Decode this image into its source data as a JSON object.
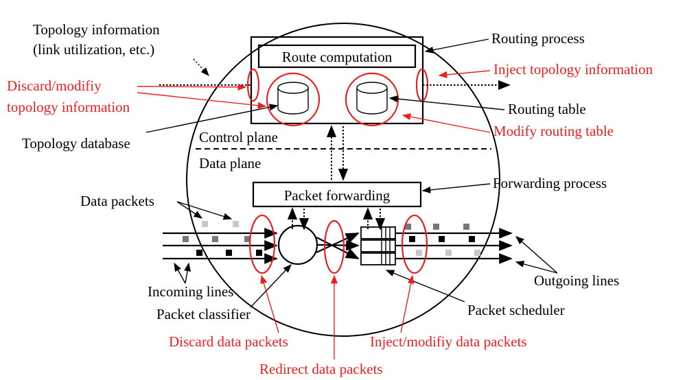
{
  "labels": {
    "topology_info_1": "Topology information",
    "topology_info_2": "(link utilization, etc.)",
    "routing_process": "Routing process",
    "route_computation": "Route computation",
    "inject_topology": "Inject topology information",
    "discard_topology_1": "Discard/modifiy",
    "discard_topology_2": "topology information",
    "routing_table": "Routing table",
    "modify_routing_table": "Modify routing table",
    "topology_database": "Topology database",
    "control_plane": "Control plane",
    "data_plane": "Data plane",
    "packet_forwarding": "Packet forwarding",
    "forwarding_process": "Forwarding process",
    "data_packets": "Data packets",
    "outgoing_lines": "Outgoing lines",
    "incoming_lines": "Incoming lines",
    "packet_classifier": "Packet classifier",
    "packet_scheduler": "Packet scheduler",
    "discard_data_packets": "Discard data packets",
    "inject_modify_data_packets": "Inject/modifiy data packets",
    "redirect_data_packets": "Redirect data packets"
  },
  "colors": {
    "attack": "#e8201f",
    "ink": "#000000",
    "packet_light": "#c8c8c8",
    "packet_mid": "#777777",
    "packet_dark": "#000000"
  }
}
